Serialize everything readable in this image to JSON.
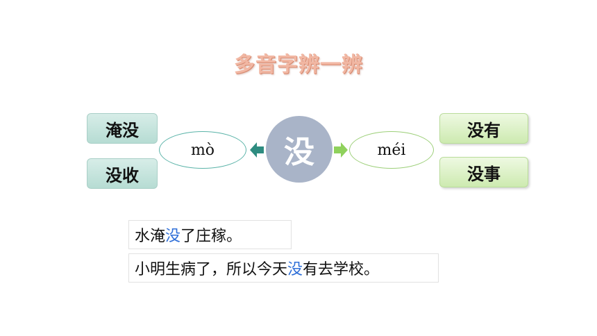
{
  "title": "多音字辨一辨",
  "center_char": "没",
  "left": {
    "pinyin": "mò",
    "words": [
      "淹没",
      "没收"
    ]
  },
  "right": {
    "pinyin": "méi",
    "words": [
      "没有",
      "没事"
    ]
  },
  "sentences": [
    {
      "before": "水淹",
      "highlight": "没",
      "after": "了庄稼。"
    },
    {
      "before": "小明生病了，所以今天",
      "highlight": "没",
      "after": "有去学校。"
    }
  ],
  "colors": {
    "title": "#f1b7a3",
    "left_accent": "#5ab3a8",
    "right_accent": "#9ccf78",
    "center_circle": "#a9b4c8",
    "highlight": "#2f6fd8"
  },
  "icons": {
    "left_arrow": "arrow-left-icon",
    "right_arrow": "arrow-right-icon"
  }
}
